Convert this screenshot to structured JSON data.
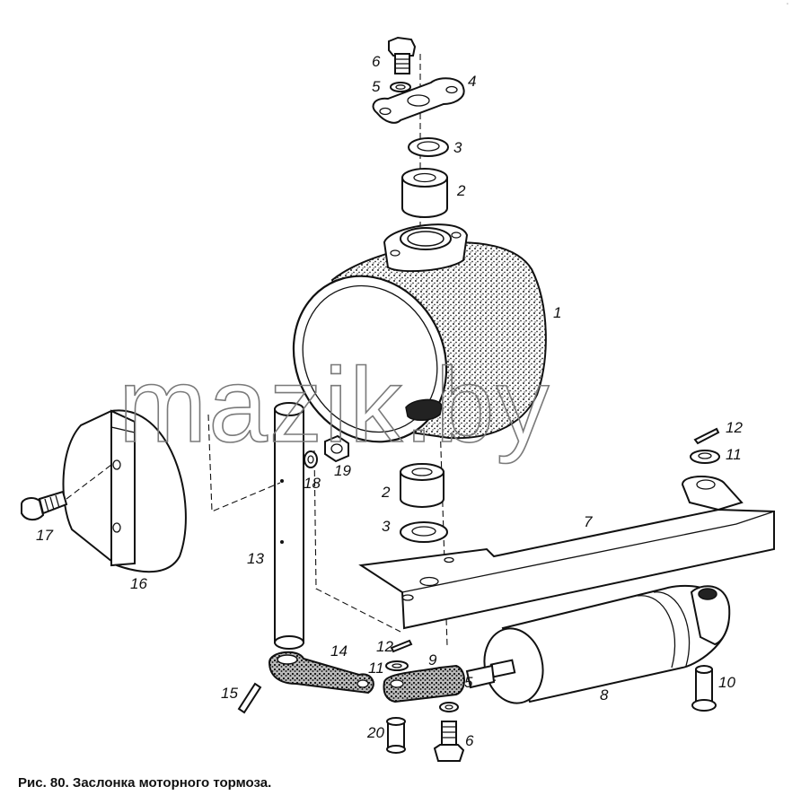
{
  "caption": "Рис. 80. Заслонка моторного тормоза.",
  "watermark": "mazik.by",
  "corner_mark": "▫",
  "labels": {
    "l1": "1",
    "l2a": "2",
    "l2b": "2",
    "l3a": "3",
    "l3b": "3",
    "l4": "4",
    "l5a": "5",
    "l5b": "5",
    "l6a": "6",
    "l6b": "6",
    "l7": "7",
    "l8": "8",
    "l9": "9",
    "l10": "10",
    "l11a": "11",
    "l11b": "11",
    "l12a": "12",
    "l12b": "12",
    "l13": "13",
    "l14": "14",
    "l15": "15",
    "l16": "16",
    "l17": "17",
    "l18": "18",
    "l19": "19",
    "l20": "20"
  }
}
